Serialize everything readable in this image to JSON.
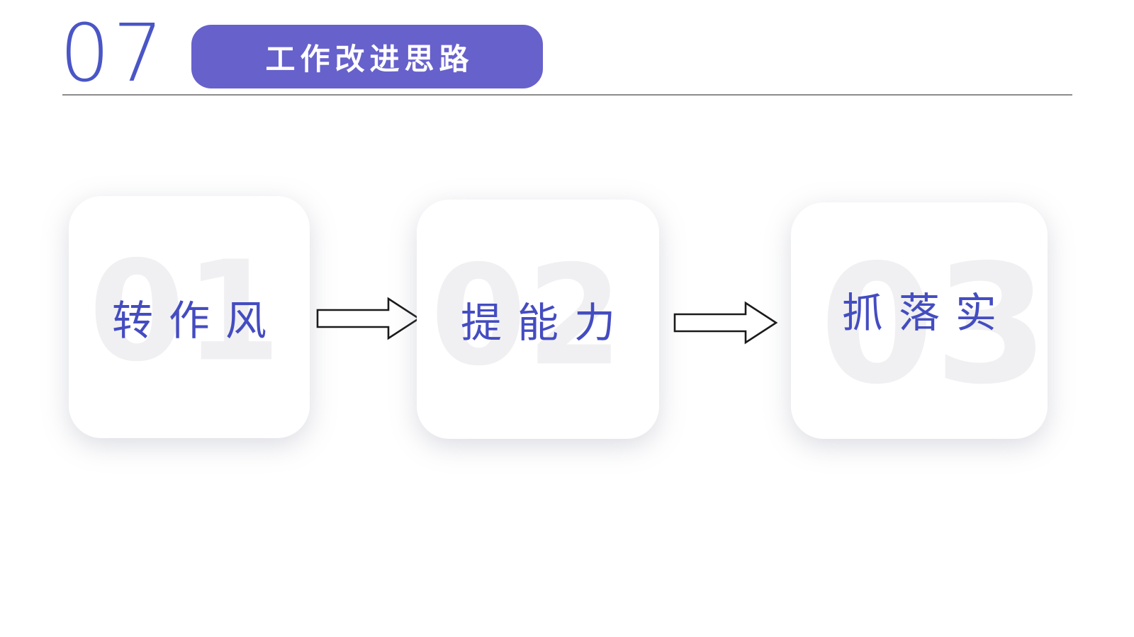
{
  "slide": {
    "section_number": "07",
    "section_title": "工作改进思路"
  },
  "cards": [
    {
      "number": "01",
      "label": "转作风"
    },
    {
      "number": "02",
      "label": "提能力"
    },
    {
      "number": "03",
      "label": "抓落实"
    }
  ],
  "icons": {
    "arrow_between_step1_step2": "right-block-arrow-icon",
    "arrow_between_step2_step3": "right-block-arrow-icon"
  },
  "colors": {
    "accent_purple": "#6761CC",
    "section_number_blue": "#4A56C6",
    "label_blue": "#444CC1",
    "ghost_number_gray": "#F0F0F2",
    "divider_gray": "#8C8C8C",
    "arrow_outline_black": "#1A1A1A",
    "badge_text_white": "#FFFFFF",
    "card_background": "#FFFFFF",
    "page_background": "#FFFFFF"
  }
}
